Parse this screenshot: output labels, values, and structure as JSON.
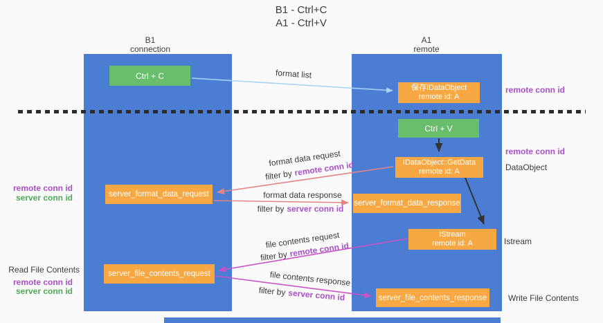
{
  "title": {
    "line1": "B1 - Ctrl+C",
    "line2": "A1 - Ctrl+V"
  },
  "lanes": {
    "b1": {
      "title": "B1",
      "subtitle": "connection"
    },
    "a1": {
      "title": "A1",
      "subtitle": "remote"
    }
  },
  "boxes": {
    "ctrl_c": {
      "label": "Ctrl + C"
    },
    "ctrl_v": {
      "label": "Ctrl + V"
    },
    "save_idataobject": {
      "line1": "保存IDataObject",
      "line2": "remote id: A"
    },
    "idataobject_getdata": {
      "line1": "IDataObject::GetData",
      "line2": "remote id: A"
    },
    "istream": {
      "line1": "IStream",
      "line2": "remote id: A"
    },
    "server_format_data_request": {
      "label": "server_format_data_request"
    },
    "server_format_data_response": {
      "label": "server_format_data_response"
    },
    "server_file_contents_request": {
      "label": "server_file_contents_request"
    },
    "server_file_contents_response": {
      "label": "server_file_contents_response"
    }
  },
  "arrow_labels": {
    "format_list": "format list",
    "format_data_request": "format data request",
    "format_data_response": "format data response",
    "file_contents_request": "file contents request",
    "file_contents_response": "file contents response",
    "filter_by": "filter by",
    "remote_conn_id": "remote conn id",
    "server_conn_id": "server conn id"
  },
  "side_labels": {
    "remote_conn_id": "remote conn id",
    "server_conn_id": "server conn id",
    "read_file_contents": "Read File Contents",
    "write_file_contents": "Write File Contents",
    "dataobject": "DataObject",
    "istream": "Istream"
  },
  "colors": {
    "lane_blue": "#4b7ed3",
    "box_green": "#6abd6d",
    "box_orange": "#f7a843",
    "arrow_salmon": "#e88383",
    "arrow_magenta": "#cb52c5",
    "arrow_light_blue": "#a8d3f2",
    "arrow_black": "#333333",
    "label_purple": "#aa4fc9",
    "label_green": "#4fa957"
  }
}
